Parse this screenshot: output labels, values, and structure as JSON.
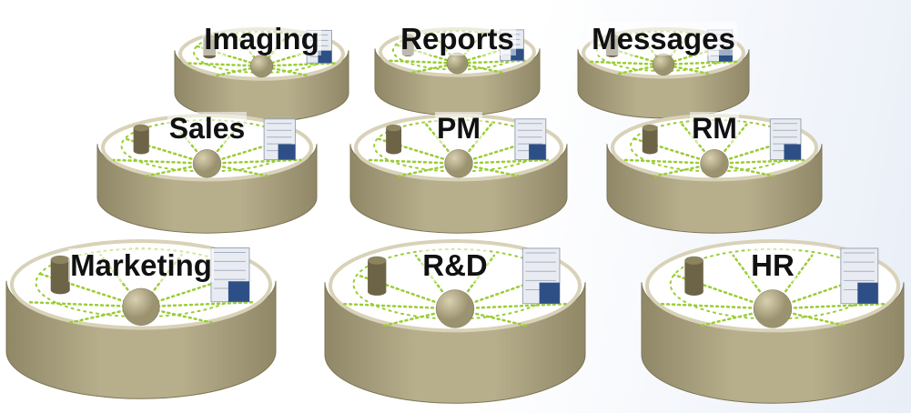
{
  "diagram": {
    "colors": {
      "ring_outer": "#b7ae8c",
      "ring_shadow": "#8f8766",
      "ring_inner": "#d8d2b8",
      "sphere": "#9b9270",
      "cylinder": "#6d6448",
      "dotted_link": "#9acd32",
      "doc_screen": "#e8ecf2",
      "doc_blue": "#2e4f86",
      "label_text": "#111111"
    },
    "silos": [
      {
        "id": "imaging",
        "label": "Imaging"
      },
      {
        "id": "reports",
        "label": "Reports"
      },
      {
        "id": "messages",
        "label": "Messages"
      },
      {
        "id": "sales",
        "label": "Sales"
      },
      {
        "id": "pm",
        "label": "PM"
      },
      {
        "id": "rm",
        "label": "RM"
      },
      {
        "id": "marketing",
        "label": "Marketing"
      },
      {
        "id": "rnd",
        "label": "R&D"
      },
      {
        "id": "hr",
        "label": "HR"
      }
    ]
  }
}
